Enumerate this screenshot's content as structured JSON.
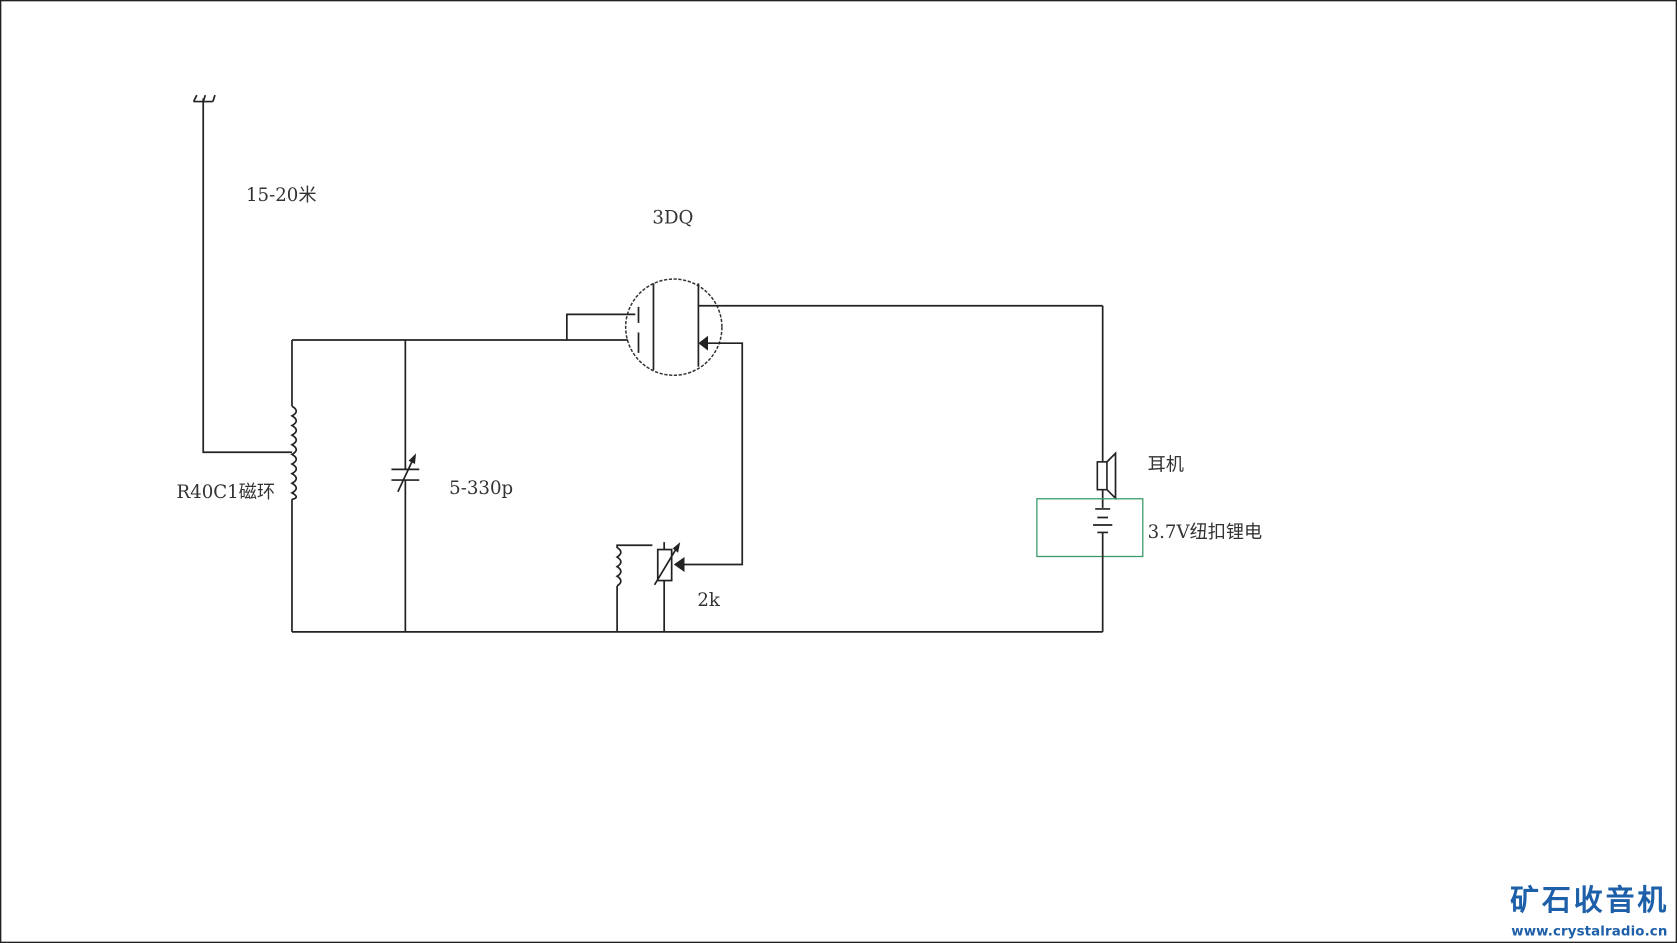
{
  "labels": {
    "antenna_length": "15-20米",
    "transistor": "3DQ",
    "coil": "R40C1磁环",
    "capacitor": "5-330p",
    "potentiometer": "2k",
    "earphone": "耳机",
    "battery": "3.7V纽扣锂电"
  },
  "logo": {
    "title": "矿石收音机",
    "url": "www.crystalradio.cn"
  },
  "colors": {
    "battery_box": "#3a9a6a",
    "logo": "#1d5fa8"
  }
}
